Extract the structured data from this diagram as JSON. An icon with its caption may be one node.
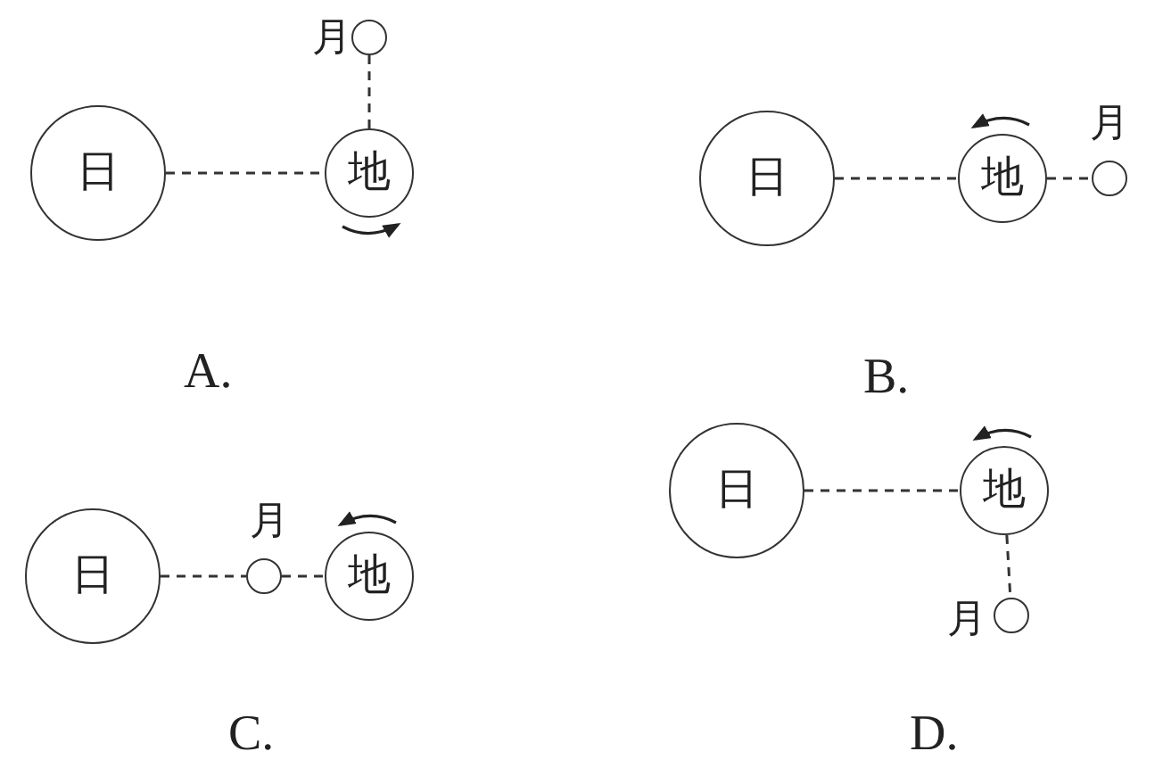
{
  "diagram": {
    "nodes": [
      {
        "text": [
          "日"
        ]
      },
      {
        "text": [
          "地"
        ]
      },
      {
        "text": [],
        "shape": "circle",
        "beside": [
          "月"
        ]
      },
      {
        "text": [
          "日"
        ]
      },
      {
        "text": [
          "地"
        ]
      },
      {
        "text": [],
        "shape": "circle",
        "beside": [
          "月"
        ]
      },
      {
        "text": [
          "日"
        ]
      },
      {
        "text": [],
        "shape": "circle",
        "beside": [
          "月"
        ]
      },
      {
        "text": [
          "地"
        ]
      },
      {
        "text": [
          "日"
        ]
      },
      {
        "text": [
          "地"
        ]
      },
      {
        "text": [],
        "shape": "circle",
        "beside": [
          "月"
        ]
      }
    ],
    "edges": [
      {
        "from": 0,
        "to": 1,
        "arrow": "none",
        "style": "dashed"
      },
      {
        "from": 1,
        "to": 2,
        "arrow": "none",
        "style": "dashed"
      },
      {
        "from": 3,
        "to": 4,
        "arrow": "none",
        "style": "dashed"
      },
      {
        "from": 4,
        "to": 5,
        "arrow": "none",
        "style": "dashed"
      },
      {
        "from": 6,
        "to": 7,
        "arrow": "none",
        "style": "dashed"
      },
      {
        "from": 7,
        "to": 8,
        "arrow": "none",
        "style": "dashed"
      },
      {
        "from": 9,
        "to": 10,
        "arrow": "none",
        "style": "dashed"
      },
      {
        "from": 10,
        "to": 11,
        "arrow": "none",
        "style": "dashed"
      }
    ],
    "labels": [
      "A.",
      "B.",
      "C.",
      "D."
    ]
  }
}
